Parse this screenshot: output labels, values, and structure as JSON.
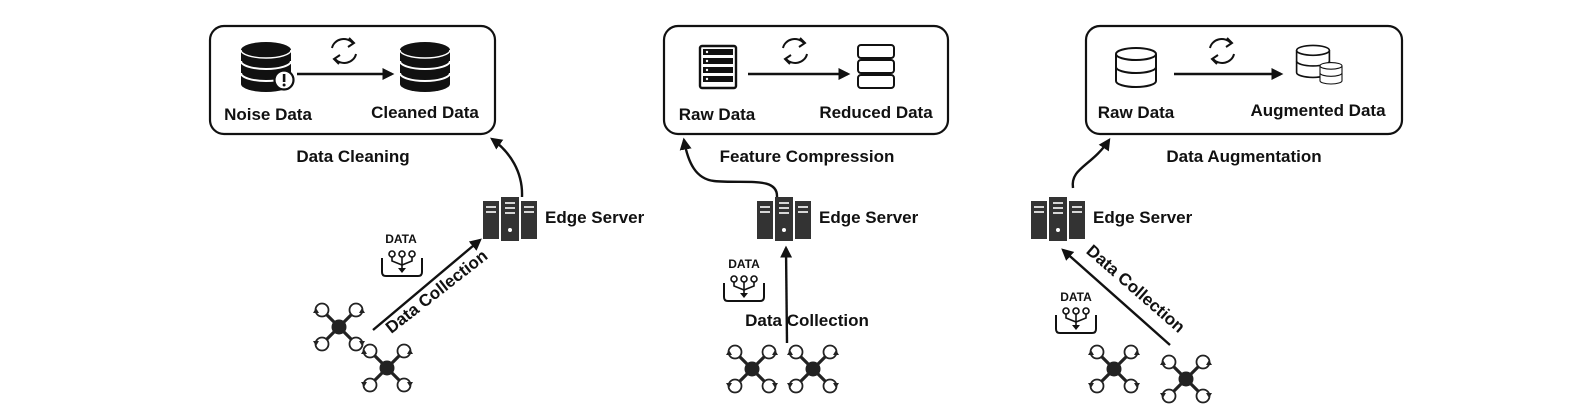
{
  "panels": [
    {
      "title": "Data Cleaning",
      "source_label": "Noise Data",
      "target_label": "Cleaned Data",
      "server_label": "Edge Server",
      "collection_label": "Data Collection",
      "data_badge": "DATA",
      "source_icon": "database-warning-icon",
      "target_icon": "database-icon",
      "cycle_icon": "refresh-cycle-icon"
    },
    {
      "title": "Feature Compression",
      "source_label": "Raw Data",
      "target_label": "Reduced Data",
      "server_label": "Edge Server",
      "collection_label": "Data Collection",
      "data_badge": "DATA",
      "source_icon": "server-rack-icon",
      "target_icon": "server-rack-outline-icon",
      "cycle_icon": "refresh-cycle-icon"
    },
    {
      "title": "Data Augmentation",
      "source_label": "Raw Data",
      "target_label": "Augmented Data",
      "server_label": "Edge Server",
      "collection_label": "Data Collection",
      "data_badge": "DATA",
      "source_icon": "database-outline-icon",
      "target_icon": "databases-stack-icon",
      "cycle_icon": "refresh-cycle-icon"
    }
  ],
  "colors": {
    "ink": "#111111",
    "background": "#ffffff"
  }
}
